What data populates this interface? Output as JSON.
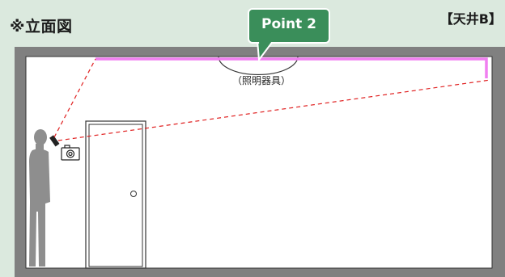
{
  "heading": "※立面図",
  "ceiling_tag": "【天井B】",
  "callout": "Point 2",
  "lamp_label": "（照明器具）",
  "colors": {
    "background": "#dbe9de",
    "wall": "#808080",
    "callout": "#3a8e5a",
    "led_strip": "#f07ff0",
    "sightline": "#e02020"
  }
}
